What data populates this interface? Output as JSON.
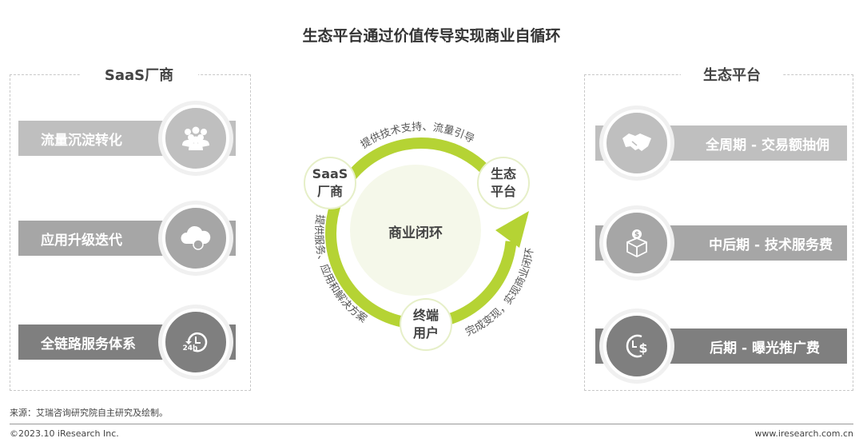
{
  "title": "生态平台通过价值传导实现商业自循环",
  "left_panel": {
    "title": "SaaS厂商",
    "items": [
      {
        "label": "流量沉淀转化",
        "icon": "people-group-icon",
        "color": "#bfbfbf"
      },
      {
        "label": "应用升级迭代",
        "icon": "cloud-refresh-icon",
        "color": "#a6a6a6"
      },
      {
        "label": "全链路服务体系",
        "icon": "clock-24h-icon",
        "color": "#7f7f7f",
        "icon_text": "24h"
      }
    ]
  },
  "right_panel": {
    "title": "生态平台",
    "items": [
      {
        "label": "全周期 - 交易额抽佣",
        "icon": "handshake-icon",
        "color": "#bfbfbf"
      },
      {
        "label": "中后期 - 技术服务费",
        "icon": "money-box-icon",
        "color": "#a6a6a6"
      },
      {
        "label": "后期 - 曝光推广费",
        "icon": "clock-dollar-icon",
        "color": "#7f7f7f"
      }
    ]
  },
  "cycle": {
    "center": "商业闭环",
    "nodes": {
      "saas": [
        "SaaS",
        "厂商"
      ],
      "platform": [
        "生态",
        "平台"
      ],
      "user": [
        "终端",
        "用户"
      ]
    },
    "top_label": "提供技术支持、流量引导",
    "left_label": "提供服务、应用和解决方案",
    "right_label": "完成变现，实现商业闭环",
    "ring_color": "#b5d334"
  },
  "footer": {
    "source": "来源：艾瑞咨询研究院自主研究及绘制。",
    "copyright": "©2023.10 iResearch Inc.",
    "website": "www.iresearch.com.cn"
  }
}
